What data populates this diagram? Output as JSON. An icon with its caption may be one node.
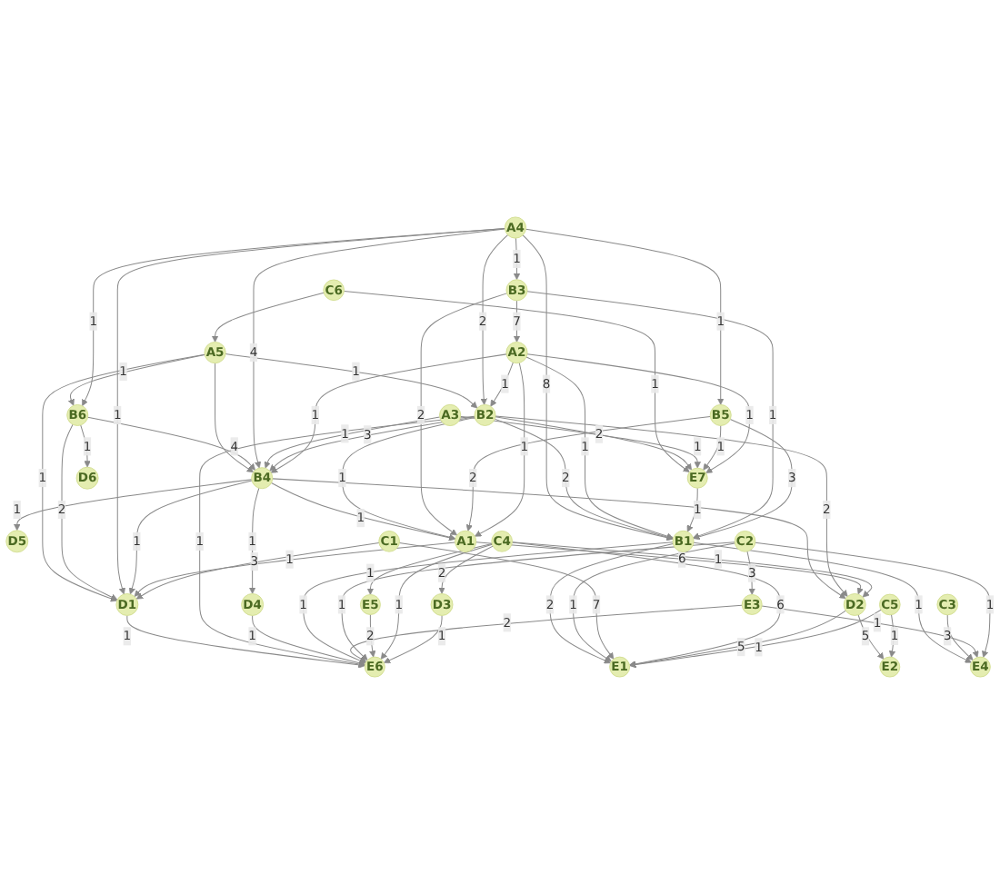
{
  "diagram": {
    "nodes": [
      {
        "text": [
          "A5"
        ]
      },
      {
        "text": [
          "D5"
        ]
      },
      {
        "text": [
          "A3"
        ]
      },
      {
        "text": [
          "B2"
        ]
      },
      {
        "text": [
          "B6"
        ]
      },
      {
        "text": [
          "B4"
        ]
      },
      {
        "text": [
          "D4"
        ]
      },
      {
        "text": [
          "C6"
        ]
      },
      {
        "text": [
          "A1"
        ]
      },
      {
        "text": [
          "A4"
        ]
      },
      {
        "text": [
          "C3"
        ]
      },
      {
        "text": [
          "D1"
        ]
      },
      {
        "text": [
          "E7"
        ]
      },
      {
        "text": [
          "D6"
        ]
      },
      {
        "text": [
          "B3"
        ]
      },
      {
        "text": [
          "A2"
        ]
      },
      {
        "text": [
          "C1"
        ]
      },
      {
        "text": [
          "B1"
        ]
      },
      {
        "text": [
          "E2"
        ]
      },
      {
        "text": [
          "B5"
        ]
      },
      {
        "text": [
          "E4"
        ]
      },
      {
        "text": [
          "E3"
        ]
      },
      {
        "text": [
          "E6"
        ]
      },
      {
        "text": [
          "C4"
        ]
      },
      {
        "text": [
          "D2"
        ]
      },
      {
        "text": [
          "E5"
        ]
      },
      {
        "text": [
          "C5"
        ]
      },
      {
        "text": [
          "D3"
        ]
      },
      {
        "text": [
          "C2"
        ]
      },
      {
        "text": [
          "E1"
        ]
      }
    ],
    "edges": [
      {
        "from": 0,
        "to": 4,
        "arrow": "to",
        "label": "1"
      },
      {
        "from": 0,
        "to": 5,
        "arrow": "to"
      },
      {
        "from": 0,
        "to": 11,
        "arrow": "to",
        "label": "1"
      },
      {
        "from": 0,
        "to": 3,
        "arrow": "to",
        "label": "1"
      },
      {
        "from": 4,
        "to": 5,
        "arrow": "to",
        "label": "4"
      },
      {
        "from": 4,
        "to": 11,
        "arrow": "to",
        "label": "2"
      },
      {
        "from": 4,
        "to": 13,
        "arrow": "to",
        "label": "1"
      },
      {
        "from": 9,
        "to": 4,
        "arrow": "to",
        "label": "1"
      },
      {
        "from": 9,
        "to": 5,
        "arrow": "to",
        "label": "4"
      },
      {
        "from": 9,
        "to": 11,
        "arrow": "to",
        "label": "1"
      },
      {
        "from": 9,
        "to": 3,
        "arrow": "to",
        "label": "2"
      },
      {
        "from": 9,
        "to": 14,
        "arrow": "to",
        "label": "1"
      },
      {
        "from": 9,
        "to": 19,
        "arrow": "to",
        "label": "1"
      },
      {
        "from": 9,
        "to": 17,
        "arrow": "to",
        "label": "8"
      },
      {
        "from": 5,
        "to": 11,
        "arrow": "to",
        "label": "1"
      },
      {
        "from": 5,
        "to": 1,
        "arrow": "to",
        "label": "1"
      },
      {
        "from": 2,
        "to": 5,
        "arrow": "to",
        "label": "1"
      },
      {
        "from": 3,
        "to": 5,
        "arrow": "to",
        "label": "3"
      },
      {
        "from": 5,
        "to": 6,
        "arrow": "to",
        "label": "1"
      },
      {
        "from": 5,
        "to": 8,
        "arrow": "to",
        "label": "1"
      },
      {
        "from": 15,
        "to": 5,
        "arrow": "to",
        "label": "1"
      },
      {
        "from": 5,
        "to": 24,
        "arrow": "to"
      },
      {
        "from": 7,
        "to": 0,
        "arrow": "to"
      },
      {
        "from": 7,
        "to": 12,
        "arrow": "to",
        "label": "1"
      },
      {
        "from": 8,
        "to": 11,
        "arrow": "to",
        "label": "1"
      },
      {
        "from": 16,
        "to": 11,
        "arrow": "to",
        "label": "3"
      },
      {
        "from": 11,
        "to": 22,
        "arrow": "to",
        "label": "1"
      },
      {
        "from": 3,
        "to": 8,
        "arrow": "to",
        "label": "1"
      },
      {
        "from": 3,
        "to": 17,
        "arrow": "to",
        "label": "2"
      },
      {
        "from": 3,
        "to": 22,
        "arrow": "to",
        "label": "1"
      },
      {
        "from": 3,
        "to": 24,
        "arrow": "to",
        "label": "2"
      },
      {
        "from": 15,
        "to": 3,
        "arrow": "to",
        "label": "1"
      },
      {
        "from": 3,
        "to": 12,
        "arrow": "to",
        "label": "2"
      },
      {
        "from": 2,
        "to": 12,
        "arrow": "to",
        "label": "1"
      },
      {
        "from": 8,
        "to": 24,
        "arrow": "to",
        "label": "6"
      },
      {
        "from": 14,
        "to": 8,
        "arrow": "to",
        "label": "2"
      },
      {
        "from": 19,
        "to": 8,
        "arrow": "to",
        "label": "2"
      },
      {
        "from": 6,
        "to": 22,
        "arrow": "to",
        "label": "1"
      },
      {
        "from": 15,
        "to": 8,
        "arrow": "to",
        "label": "1"
      },
      {
        "from": 14,
        "to": 15,
        "arrow": "to",
        "label": "7"
      },
      {
        "from": 15,
        "to": 17,
        "arrow": "to",
        "label": "1"
      },
      {
        "from": 12,
        "to": 17,
        "arrow": "to",
        "label": "1"
      },
      {
        "from": 14,
        "to": 17,
        "arrow": "to",
        "label": "1"
      },
      {
        "from": 19,
        "to": 17,
        "arrow": "to",
        "label": "3"
      },
      {
        "from": 17,
        "to": 22,
        "arrow": "to",
        "label": "1"
      },
      {
        "from": 17,
        "to": 20,
        "arrow": "to",
        "label": "1"
      },
      {
        "from": 17,
        "to": 29,
        "arrow": "to",
        "label": "2"
      },
      {
        "from": 19,
        "to": 12,
        "arrow": "to",
        "label": "1"
      },
      {
        "from": 15,
        "to": 12,
        "arrow": "to",
        "label": "1"
      },
      {
        "from": 10,
        "to": 20,
        "arrow": "to",
        "label": "3"
      },
      {
        "from": 21,
        "to": 20,
        "arrow": "to",
        "label": "1"
      },
      {
        "from": 28,
        "to": 20,
        "arrow": "to",
        "label": "1"
      },
      {
        "from": 28,
        "to": 21,
        "arrow": "to",
        "label": "3"
      },
      {
        "from": 21,
        "to": 22,
        "arrow": "to",
        "label": "2"
      },
      {
        "from": 28,
        "to": 22,
        "arrow": "to",
        "label": "1"
      },
      {
        "from": 28,
        "to": 29,
        "arrow": "to",
        "label": "1"
      },
      {
        "from": 16,
        "to": 29,
        "arrow": "to",
        "label": "7"
      },
      {
        "from": 25,
        "to": 22,
        "arrow": "to",
        "label": "2"
      },
      {
        "from": 23,
        "to": 22,
        "arrow": "to",
        "label": "1"
      },
      {
        "from": 23,
        "to": 24,
        "arrow": "to",
        "label": "1"
      },
      {
        "from": 23,
        "to": 25,
        "arrow": "to",
        "label": "1"
      },
      {
        "from": 23,
        "to": 29,
        "arrow": "to",
        "label": "6"
      },
      {
        "from": 23,
        "to": 27,
        "arrow": "to",
        "label": "2"
      },
      {
        "from": 27,
        "to": 22,
        "arrow": "to",
        "label": "1"
      },
      {
        "from": 24,
        "to": 29,
        "arrow": "to",
        "label": "5"
      },
      {
        "from": 24,
        "to": 18,
        "arrow": "to",
        "label": "5"
      },
      {
        "from": 26,
        "to": 18,
        "arrow": "to",
        "label": "1"
      },
      {
        "from": 26,
        "to": 29,
        "arrow": "to",
        "label": "1"
      }
    ]
  }
}
